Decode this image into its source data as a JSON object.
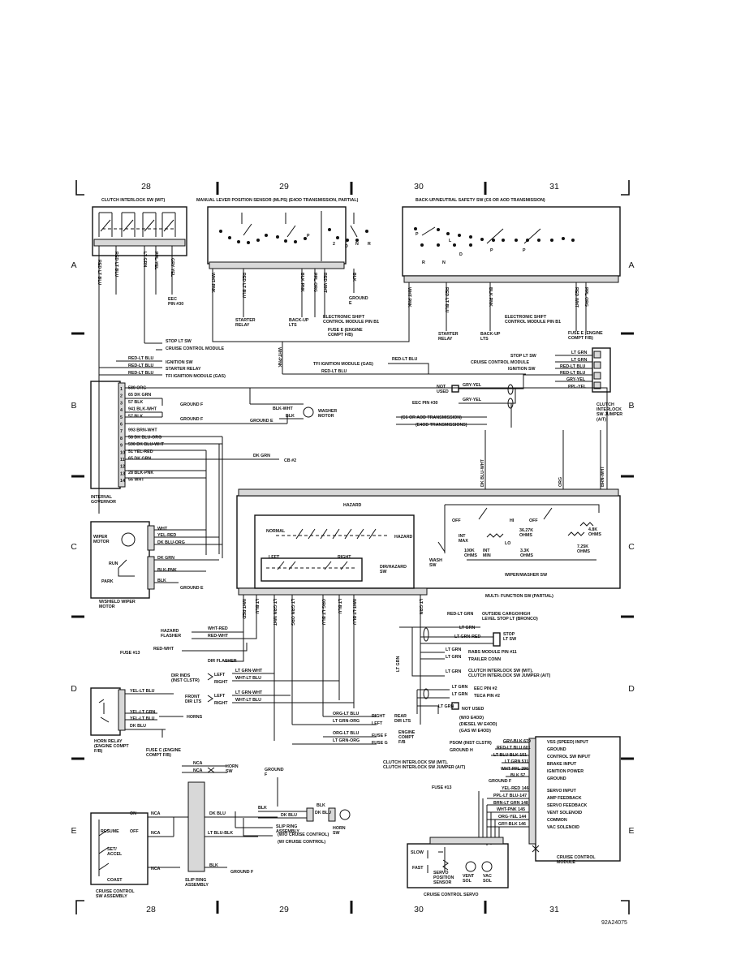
{
  "grid": {
    "columns": [
      "28",
      "29",
      "30",
      "31"
    ],
    "rows": [
      "A",
      "B",
      "C",
      "D",
      "E"
    ]
  },
  "figure_id": "92A24075",
  "components": {
    "clutch_interlock_sw": "CLUTCH INTERLOCK SW (M/T)",
    "mlps": "MANUAL LEVER POSITION SENSOR (MLPS) (E4OD TRANSMISSION, PARTIAL)",
    "backup_neutral_sw": "BACK-UP/NEUTRAL SAFETY SW (C6 OR AOD TRANSMISSION)",
    "interval_governor": "INTERVAL\nGOVERNOR",
    "wiper_motor": "WIPER\nMOTOR",
    "wshield_wiper_motor": "W/SHIELD WIPER\nMOTOR",
    "hazard": "HAZARD",
    "normal": "NORMAL",
    "left": "LEFT",
    "right": "RIGHT",
    "dir_hazard_sw": "DIR/HAZARD\nSW",
    "wash_sw": "WASH\nSW",
    "multi_function_sw": "MULTI- FUNCTION SW (PARTIAL)",
    "wiper_washer_sw": "WIPER/WASHER SW",
    "clutch_interlock_jumper": "CLUTCH\nINTERLOCK\nSW JUMPER\n(A/T)",
    "horn_relay": "HORN RELAY\n(ENGINE COMPT\nF/B)",
    "cruise_control_sw_assy": "CRUISE CONTROL\nSW ASSEMBLY",
    "slip_ring_assembly": "SLIP RING\nASSEMBLY",
    "slip_ring_assembly_2": "SLIP RING\nASSEMBLY",
    "horn_sw": "HORN\nSW",
    "horn_sw_2": "HORN\nSW",
    "cruise_control_servo": "CRUISE CONTROL SERVO",
    "cruise_control_module": "CRUISE CONTROL\nMODULE",
    "washer_motor": "WASHER\nMOTOR"
  },
  "mlps_letters": [
    "P",
    "R",
    "N",
    "D",
    "2",
    "1"
  ],
  "backup_letters": [
    "P",
    "R",
    "N",
    "D",
    "L",
    "P",
    "P"
  ],
  "clutch_wires": [
    "RED-LT BLU",
    "RED-LT BLU",
    "LT GRN",
    "PPL-YEL",
    "GRY-YEL"
  ],
  "mlps_wires": [
    "WHT-PNK",
    "RED-LT BLU",
    "BLK-PNK",
    "PPL-ORG",
    "RED-WHT",
    "BLK"
  ],
  "backup_wires": [
    "WHT-PNK",
    "RED-LT BLU",
    "BLK-PNK",
    "RED-WHT",
    "PPL-ORG"
  ],
  "eec_pin30": "EEC\nPIN #30",
  "starter_relay": "STARTER\nRELAY",
  "backup_lts": "BACK-UP\nLTS",
  "ground_e": "GROUND\nE",
  "esc_module_b1": "ELECTRONIC SHIFT\nCONTROL MODULE PIN B1",
  "fuse_e_engine": "FUSE E (ENGINE\nCOMPT F/B)",
  "stop_lt_sw_a": "STOP LT SW",
  "cruise_ctrl_module_a": "CRUISE CONTROL MODULE",
  "ignition_sw_a": "IGNITION SW",
  "starter_relay_a": "STARTER RELAY",
  "tfi_module_a": "TFI IGNITION MODULE (GAS)",
  "tfi_module_mid": "TFI IGNITION MODULE (GAS)",
  "red_lt_blu": "RED-LT BLU",
  "wht_pnk": "WHT-PNK",
  "right_stack": [
    {
      "label": "STOP LT SW",
      "wire": "LT GRN"
    },
    {
      "label": "CRUISE CONTROL MODULE",
      "wire": "LT GRN"
    },
    {
      "label": "IGNITION SW",
      "wire": "RED-LT BLU"
    },
    {
      "label": "",
      "wire": "RED-LT BLU"
    },
    {
      "label": "",
      "wire": "GRY-YEL"
    },
    {
      "label": "",
      "wire": "PPL-YEL"
    }
  ],
  "not_used": "NOT\nUSED",
  "gry_yel": "GRY-YEL",
  "eec_pin30_b": "EEC PIN #30",
  "c6_aod": "(C6 OR AOD TRANSMISSION)",
  "e4od": "(E4OD TRANSMISSIONS)",
  "governor_pins": [
    {
      "n": "1",
      "wire": "589 ORG"
    },
    {
      "n": "2",
      "wire": "65 DK GRN"
    },
    {
      "n": "3",
      "wire": "57 BLK"
    },
    {
      "n": "4",
      "wire": "941 BLK-WHT"
    },
    {
      "n": "5",
      "wire": "57 BLK"
    },
    {
      "n": "6",
      "wire": ""
    },
    {
      "n": "7",
      "wire": "993 BRN-WHT"
    },
    {
      "n": "8",
      "wire": "58 DK BLU-ORG"
    },
    {
      "n": "9",
      "wire": "590 DK BLU-WHT"
    },
    {
      "n": "10",
      "wire": "51 YEL-RED"
    },
    {
      "n": "11",
      "wire": "65 DK GRN"
    },
    {
      "n": "12",
      "wire": ""
    },
    {
      "n": "13",
      "wire": "28 BLK-PNK"
    },
    {
      "n": "14",
      "wire": "56 WHT"
    }
  ],
  "ground_f": "GROUND F",
  "ground_f_2": "GROUND F",
  "blk_wht": "BLK-WHT",
  "blk": "BLK",
  "ground_e_b": "GROUND E",
  "dk_grn": "DK GRN",
  "cb2": "CB #2",
  "mf_top_wires": [
    "DK BLU-WHT",
    "ORG",
    "BRN-WHT"
  ],
  "wiper_wires": [
    "WHT",
    "YEL-RED",
    "DK BLU-ORG"
  ],
  "wiper_motor2_wires": [
    "DK GRN",
    "BLK-PNK",
    "BLK"
  ],
  "run": "RUN",
  "park": "PARK",
  "ground_e_c": "GROUND E",
  "wiper_labels": {
    "off1": "OFF",
    "hi": "HI",
    "off2": "OFF",
    "int_max": "INT\nMAX",
    "int_min": "INT\nMIN",
    "lo": "LO",
    "r1": "36.27K\nOHMS",
    "r2": "4.8K\nOHMS",
    "r3": "100K\nOHMS",
    "r4": "3.3K\nOHMS",
    "r5": "7.25K\nOHMS"
  },
  "mf_bottom_wires": [
    "WHT-RED",
    "LT BLU",
    "LT GRN-WHT",
    "LT GRN-ORG",
    "ORG-LT BLU",
    "LT BLU",
    "WHT-LT BLU",
    "LT GRN"
  ],
  "hazard_flasher": "HAZARD\nFLASHER",
  "wht_red": "WHT-RED",
  "red_wht": "RED-WHT",
  "fuse13": "FUSE #13",
  "fuse13_b": "FUSE #13",
  "dir_flasher": "DIR FLASHER",
  "dir_inds": "DIR INDS\n(INST CLSTR)",
  "front_dir": "FRONT\nDIR LTS",
  "left": "LEFT",
  "right": "RIGHT",
  "dir_wires": [
    "LT GRN-WHT",
    "WHT-LT BLU",
    "LT GRN-WHT",
    "WHT-LT BLU"
  ],
  "rear_dir": "REAR\nDIR LTS",
  "rear_wires": [
    "ORG-LT BLU",
    "LT GRN-ORG"
  ],
  "fuse_fg": [
    "FUSE F",
    "FUSE G"
  ],
  "engine_compt": "ENGINE\nCOMPT\nF/B",
  "fuse_wires": [
    "ORG-LT BLU",
    "LT GRN-ORG"
  ],
  "right_d": [
    {
      "wire": "RED-LT GRN",
      "label": "OUTSIDE CARGO/HIGH\nLEVEL STOP LT (BRONCO)"
    },
    {
      "wire": "LT GRN",
      "label": ""
    },
    {
      "wire": "LT GRN-RED",
      "label": "STOP\nLT SW"
    },
    {
      "wire": "LT GRN",
      "label": "RABS MODULE PIN #11"
    },
    {
      "wire": "LT GRN",
      "label": "TRAILER CONN"
    },
    {
      "wire": "LT GRN",
      "label": "CLUTCH INTERLOCK SW (M/T),\nCLUTCH INTERLOCK SW JUMPER (A/T)"
    },
    {
      "wire": "LT GRN",
      "label": "EEC PIN #2"
    },
    {
      "wire": "LT GRN",
      "label": "TECA PIN #2"
    },
    {
      "wire": "LT GRN",
      "label": "NOT USED"
    }
  ],
  "eec_notes": [
    "(W/O E4OD)",
    "(DIESEL W/ E4OD)",
    "(GAS W/ E4OD)"
  ],
  "horn_relay_wires": [
    "YEL-LT BLU",
    "YEL-LT GRN",
    "YEL-LT BLU",
    "DK BLU"
  ],
  "horns": "HORNS",
  "fuse_c": "FUSE C (ENGINE\nCOMPT F/B)",
  "psom": "PSOM (INST CLSTR)",
  "ground_h": "GROUND H",
  "clutch_jumper_e": "CLUTCH INTERLOCK SW (M/T),\nCLUTCH INTERLOCK SW JUMPER (A/T)",
  "module_inputs": [
    {
      "wire": "GRY-BLK 679",
      "label": "VSS (SPEED) INPUT"
    },
    {
      "wire": "RED-LT BLU 601",
      "label": "GROUND"
    },
    {
      "wire": "LT BLU BLK 151",
      "label": "CONTROL SW INPUT"
    },
    {
      "wire": "LT GRN 511",
      "label": "BRAKE INPUT"
    },
    {
      "wire": "WHT-PPL 296",
      "label": "IGNITION POWER"
    },
    {
      "wire": "BLK 57",
      "label": "GROUND"
    },
    {
      "wire": "YEL-RED 146",
      "label": "SERVO INPUT"
    },
    {
      "wire": "PPL-LT BLU-147",
      "label": "AMP FEEDBACK"
    },
    {
      "wire": "BRN-LT GRN 148",
      "label": "SERVO FEEDBACK"
    },
    {
      "wire": "WHT-PNK 145",
      "label": "VENT SOLENOID"
    },
    {
      "wire": "ORG-YEL 144",
      "label": "COMMON"
    },
    {
      "wire": "GRY-BLK 146",
      "label": "VAC SOLENOID"
    }
  ],
  "servo": {
    "slow": "SLOW",
    "fast": "FAST",
    "pos_sensor": "SERVO\nPOSITION\nSENSOR",
    "vent_sol": "VENT\nSOL",
    "vac_sol": "VAC\nSOL"
  },
  "cruise_sw": {
    "on": "ON",
    "off": "OFF",
    "resume": "RESUME",
    "set_accel": "SET/\nACCEL",
    "coast": "COAST",
    "nca": "NCA",
    "nca2": "NCA",
    "dk_blu": "DK BLU",
    "lt_blu_blk": "LT BLU-BLK",
    "blk": "BLK",
    "ground_f": "GROUND F"
  },
  "horn_sw_e": {
    "nca1": "NCA",
    "nca2": "NCA",
    "ground_f": "GROUND\nF",
    "blk": "BLK",
    "dk_blu": "DK BLU",
    "blk2": "BLK",
    "dk_blu2": "DK BLU",
    "w_o_cruise": "(W/O CRUISE CONTROL)",
    "w_cruise": "(W/ CRUISE CONTROL)"
  }
}
